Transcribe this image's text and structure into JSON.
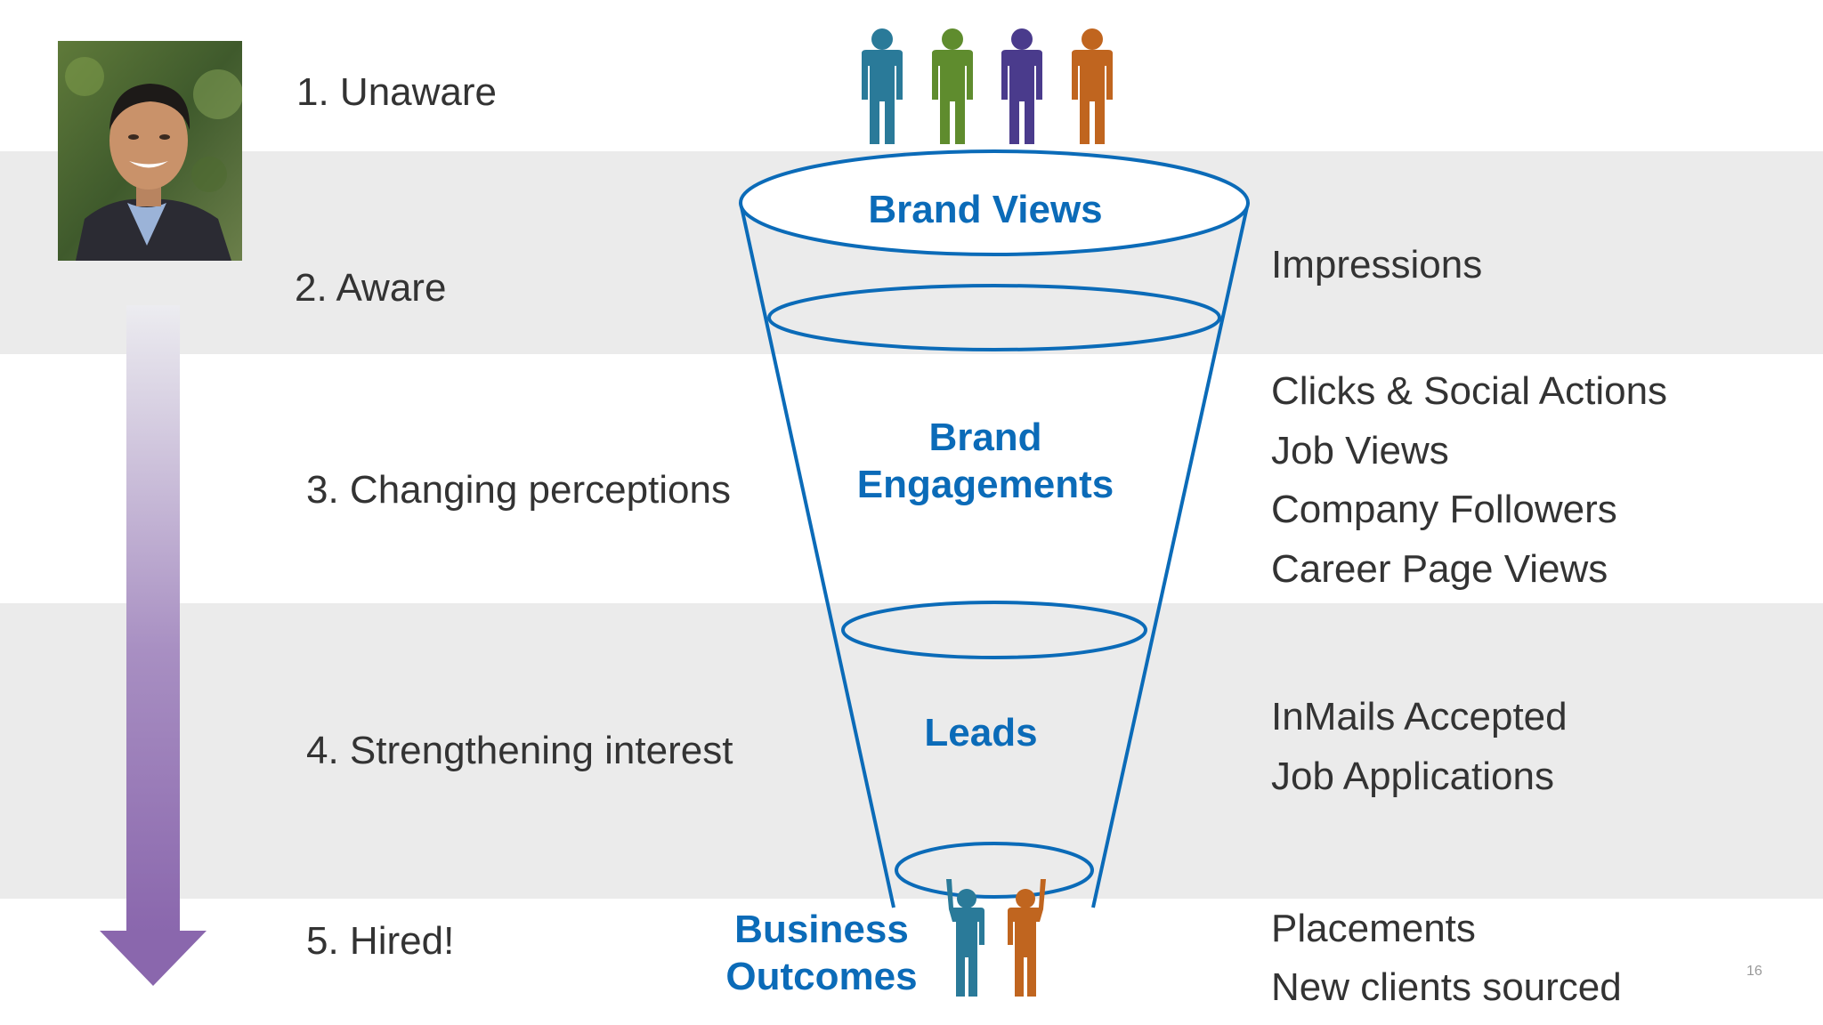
{
  "stages": [
    "1. Unaware",
    "2. Aware",
    "3. Changing perceptions",
    "4. Strengthening interest",
    "5. Hired!"
  ],
  "funnel": {
    "views": "Brand Views",
    "engagements_line1": "Brand",
    "engagements_line2": "Engagements",
    "leads": "Leads",
    "outcomes_line1": "Business",
    "outcomes_line2": "Outcomes"
  },
  "metrics": {
    "impressions": "Impressions",
    "clicks": "Clicks & Social Actions",
    "job_views": "Job Views",
    "followers": "Company Followers",
    "career_page": "Career Page Views",
    "inmails": "InMails Accepted",
    "applications": "Job Applications",
    "placements": "Placements",
    "new_clients": "New clients sourced"
  },
  "page_number": "16",
  "colors": {
    "funnel_blue": "#0b6bb8",
    "band_gray": "#ebebeb",
    "arrow_purple": "#8a67ad",
    "person_teal": "#2a7a99",
    "person_green": "#5f8c2e",
    "person_purple": "#4a3b8c",
    "person_orange": "#c0651f"
  }
}
